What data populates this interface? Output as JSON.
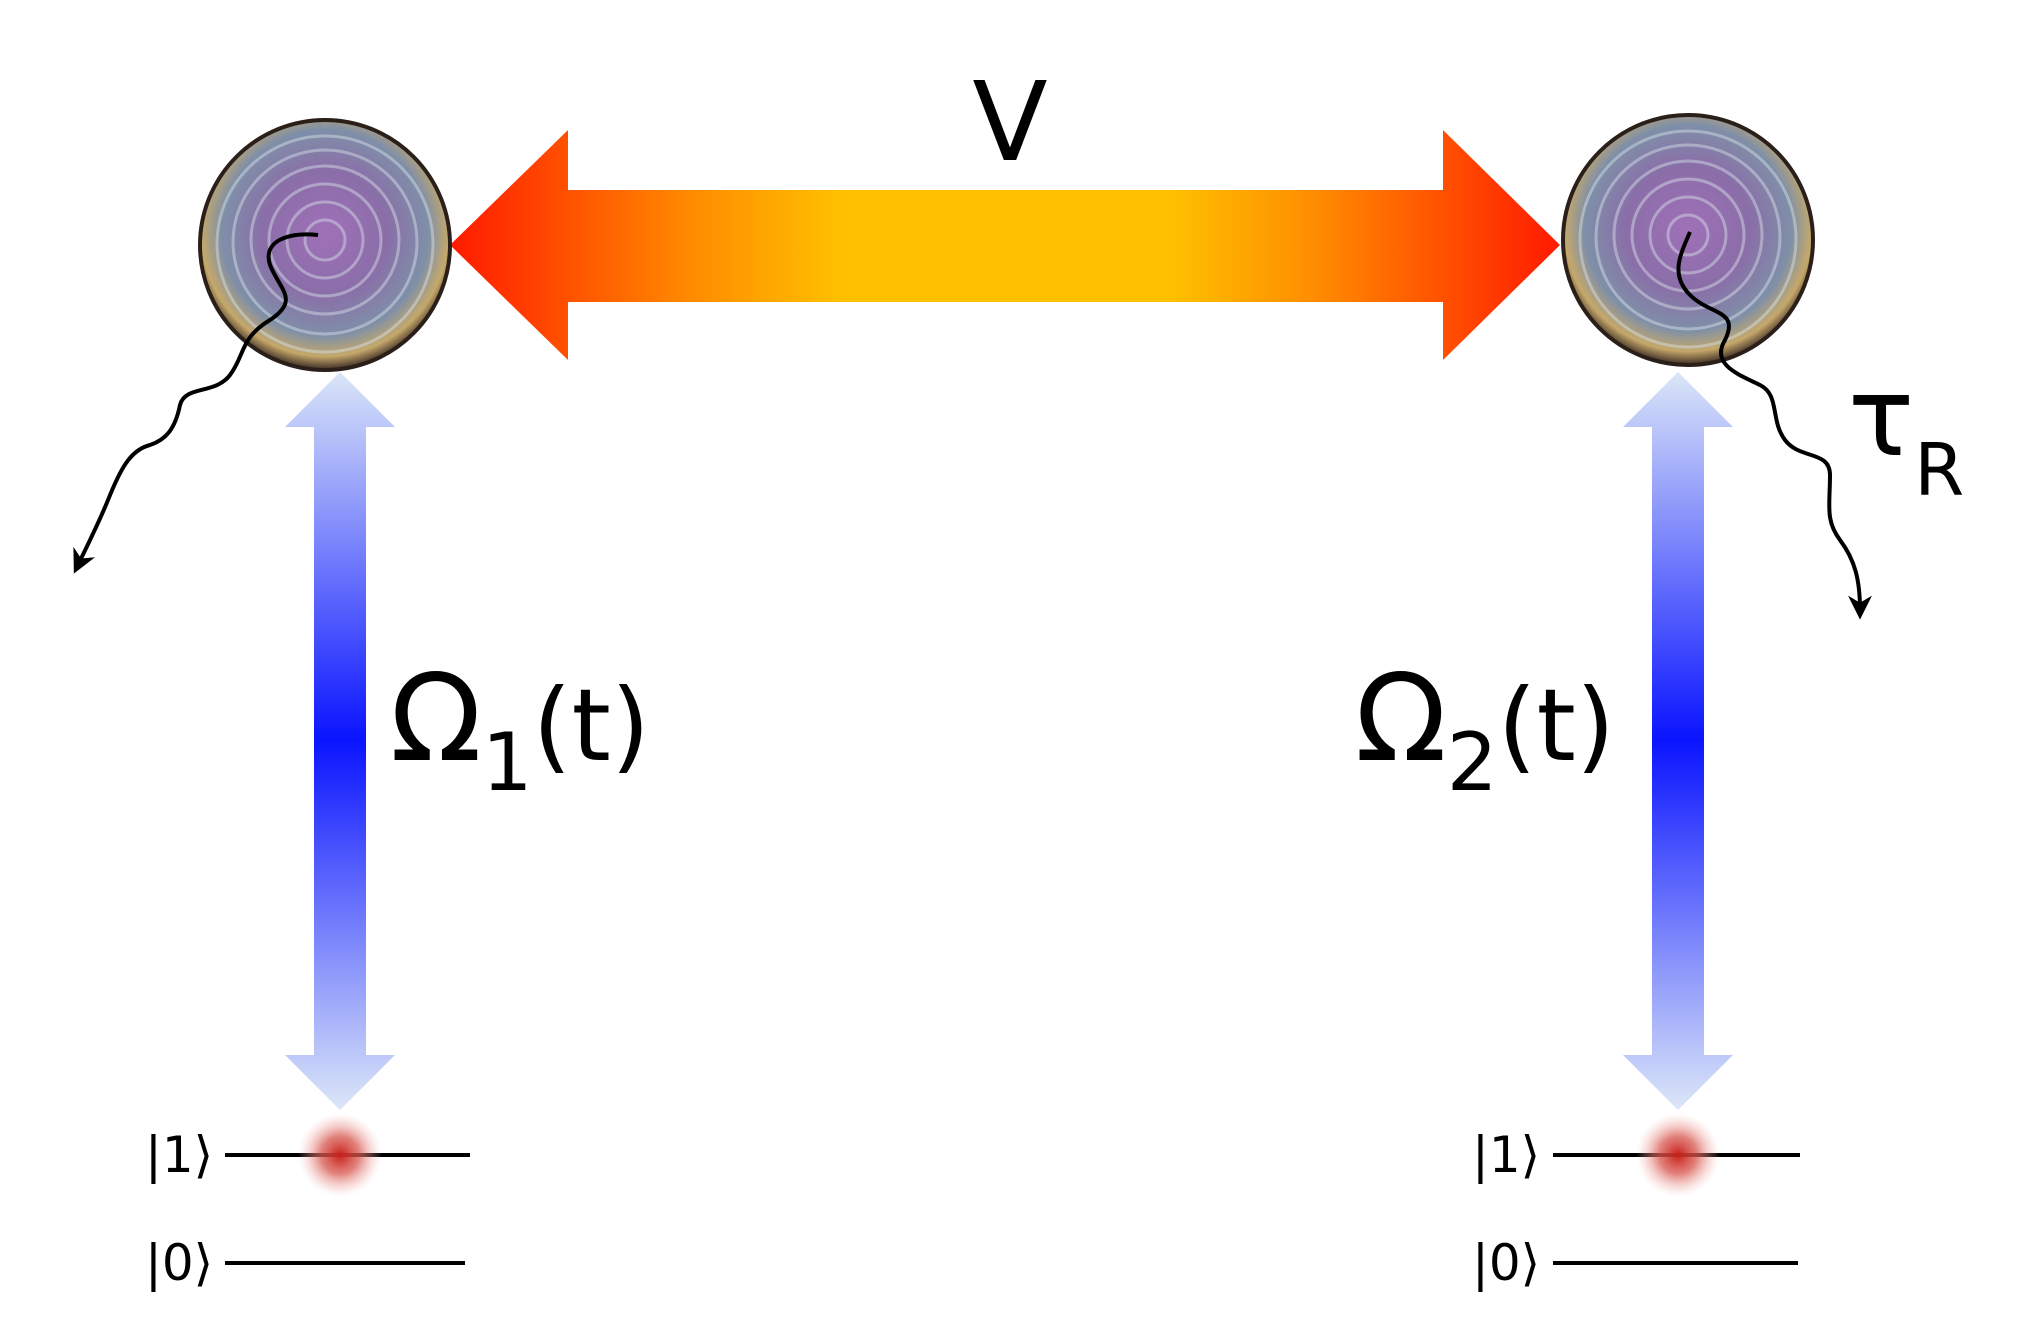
{
  "labels": {
    "interaction": "V",
    "rabi_1_symbol": "Ω",
    "rabi_1_sub": "1",
    "rabi_1_arg": "(t)",
    "rabi_2_symbol": "Ω",
    "rabi_2_sub": "2",
    "rabi_2_arg": "(t)",
    "decay_symbol": "τ",
    "decay_sub": "R"
  },
  "levels": {
    "left": {
      "upper": "|1⟩",
      "lower": "|0⟩"
    },
    "right": {
      "upper": "|1⟩",
      "lower": "|0⟩"
    }
  },
  "colors": {
    "interaction_center": "#ffc000",
    "interaction_mid": "#ff8c00",
    "interaction_end": "#ff1a00",
    "drive_center": "#0a14ff",
    "drive_end": "#dce7f8",
    "population_dot": "#c8201a",
    "atom_core": "#9b6bb0"
  }
}
